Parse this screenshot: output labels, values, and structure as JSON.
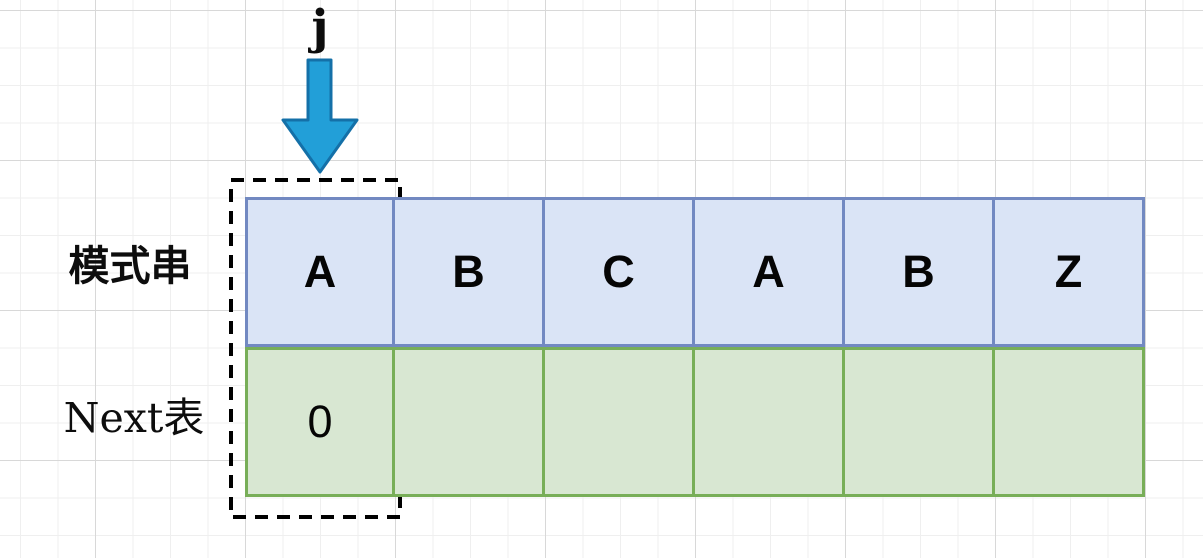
{
  "diagram": {
    "title_context": "KMP next-table construction step",
    "pointer": {
      "label": "j"
    },
    "pattern_row": {
      "label": "模式串",
      "cells": [
        "A",
        "B",
        "C",
        "A",
        "B",
        "Z"
      ]
    },
    "next_row": {
      "label": "Next表",
      "cells": [
        "0",
        "",
        "",
        "",
        "",
        ""
      ]
    },
    "colors": {
      "pattern_fill": "#dae4f6",
      "pattern_border": "#7289c1",
      "next_fill": "#d8e7d2",
      "next_border": "#78ae58",
      "arrow_fill": "#229fd8",
      "arrow_border": "#1470a8",
      "dash_color": "#000000",
      "grid_minor": "#efefef",
      "grid_major": "#d8d8d8"
    }
  }
}
